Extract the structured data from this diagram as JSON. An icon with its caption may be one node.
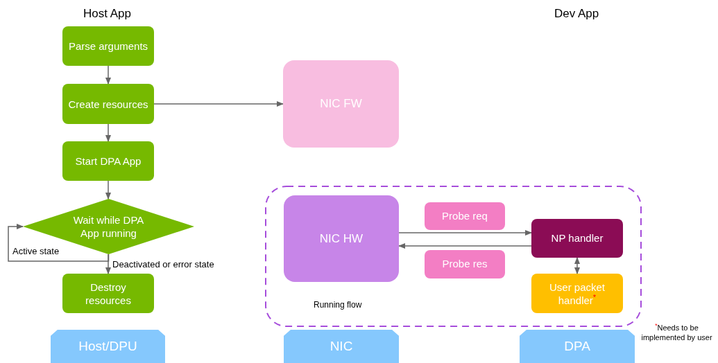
{
  "diagram": {
    "nodes": [
      {
        "text": [
          "Parse arguments"
        ]
      },
      {
        "text": [
          "Create resources"
        ]
      },
      {
        "text": [
          "Start DPA App"
        ]
      },
      {
        "text": [
          "Wait while DPA App running"
        ]
      },
      {
        "text": [
          "Destroy resources"
        ]
      },
      {
        "text": [
          "NIC FW"
        ]
      },
      {
        "text": [
          "Running flow"
        ]
      },
      {
        "text": [
          "NIC HW"
        ],
        "in": 6
      },
      {
        "text": [
          "Probe req"
        ],
        "in": 6
      },
      {
        "text": [
          "Probe res"
        ],
        "in": 6
      },
      {
        "text": [
          "NP handler"
        ],
        "in": 6
      },
      {
        "text": [
          "User packet handler$^{*}$"
        ],
        "in": 6
      },
      {
        "text": [
          "Host/DPU"
        ]
      },
      {
        "text": [
          "NIC"
        ]
      },
      {
        "text": [
          "DPA"
        ]
      }
    ],
    "edges": [
      {
        "from": 0,
        "to": 1,
        "arrow": "to"
      },
      {
        "from": 1,
        "to": 2,
        "arrow": "to"
      },
      {
        "from": 2,
        "to": 3,
        "arrow": "to"
      },
      {
        "from": 3,
        "to": 4,
        "arrow": "to",
        "label": "Deactivated or error state"
      },
      {
        "from": 3,
        "to": 3,
        "arrow": "to",
        "label": "Active state"
      },
      {
        "from": 1,
        "to": 5,
        "arrow": "to"
      },
      {
        "from": 7,
        "to": 10,
        "arrow": "to"
      },
      {
        "from": 10,
        "to": 7,
        "arrow": "to"
      },
      {
        "from": 10,
        "to": 11,
        "arrow": "both"
      }
    ],
    "labels": [
      "Host App",
      "Dev App",
      "$^{*}$Needs to be implemented by user"
    ]
  }
}
